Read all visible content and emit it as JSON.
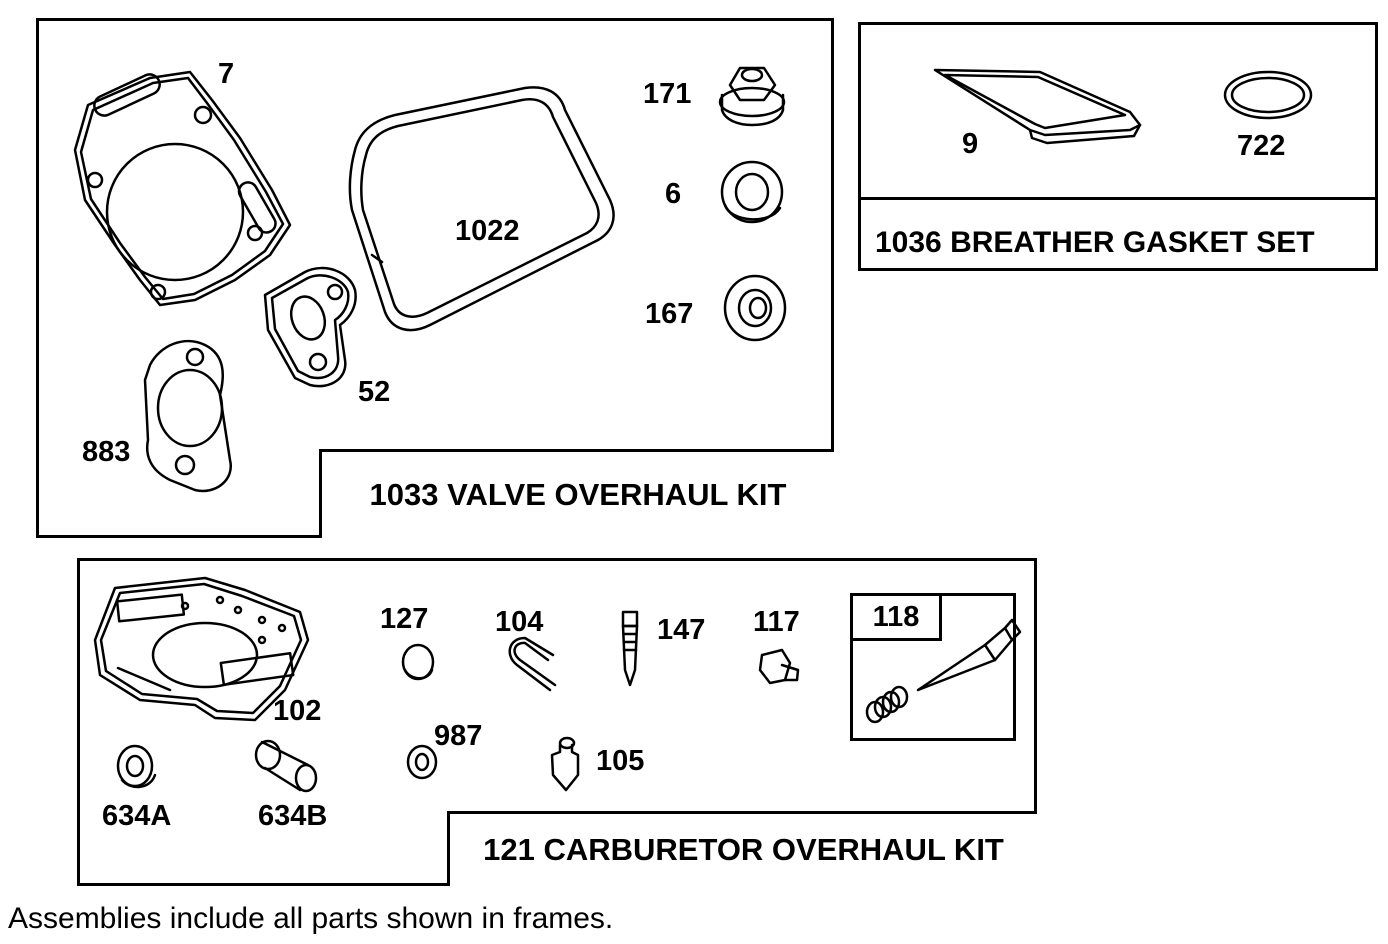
{
  "kits": {
    "valve": {
      "title": "1033 VALVE OVERHAUL KIT",
      "parts": {
        "p7": "7",
        "p1022": "1022",
        "p171": "171",
        "p6": "6",
        "p167": "167",
        "p52": "52",
        "p883": "883"
      }
    },
    "breather": {
      "title": "1036 BREATHER GASKET SET",
      "parts": {
        "p9": "9",
        "p722": "722"
      }
    },
    "carburetor": {
      "title": "121 CARBURETOR OVERHAUL KIT",
      "parts": {
        "p127": "127",
        "p104": "104",
        "p147": "147",
        "p117": "117",
        "p118": "118",
        "p102": "102",
        "p987": "987",
        "p105": "105",
        "p634a": "634A",
        "p634b": "634B"
      }
    }
  },
  "footnote": "Assemblies include all parts shown in frames."
}
